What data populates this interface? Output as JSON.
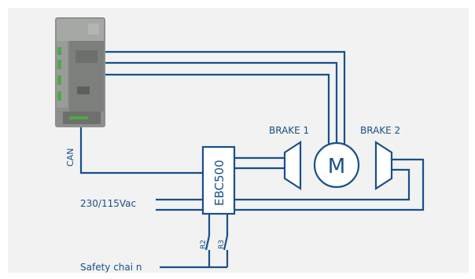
{
  "diagram": {
    "colors": {
      "background": "#ffffff",
      "panel": "#f1f2f1",
      "wire": "#1a4f8a",
      "text": "#1a4f8a",
      "device_body": "#8d8f8c",
      "device_accent": "#4fa84a"
    },
    "labels": {
      "can": "CAN",
      "brake1": "BRAKE   1",
      "brake2": "BRAKE   2",
      "motor": "M",
      "controller": "EBC500",
      "supply": "230/115Vac",
      "relay_r2": "R2",
      "relay_r3": "R3",
      "safety_chain": "Safety chai  n"
    },
    "icons": {
      "drive": "inverter-drive-icon",
      "motor": "motor-icon",
      "brake_left": "brake-icon",
      "brake_right": "brake-icon",
      "contacts": "relay-contact-icon"
    }
  }
}
